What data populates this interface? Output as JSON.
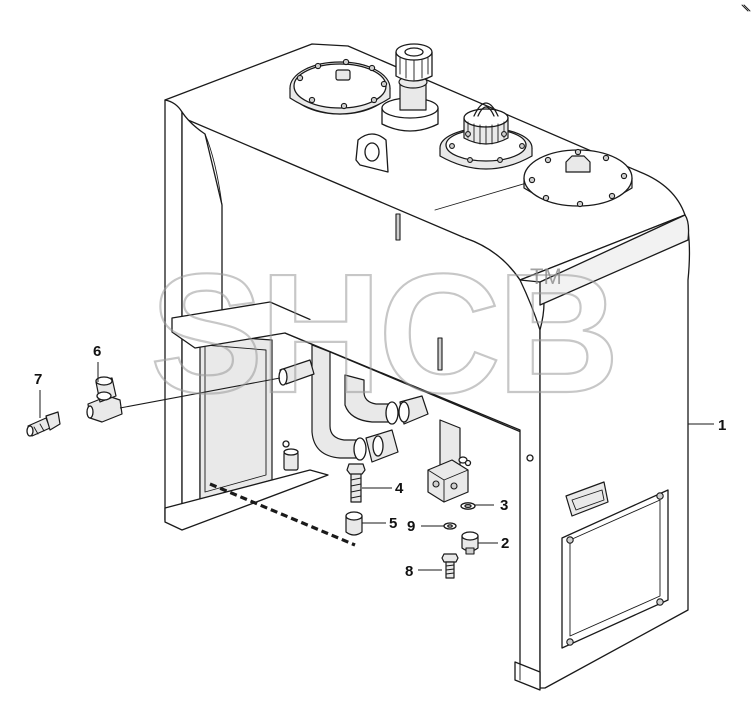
{
  "diagram": {
    "watermark": "SHCB",
    "watermark_tm": "TM",
    "callouts": [
      {
        "id": "1",
        "label": "1"
      },
      {
        "id": "2",
        "label": "2"
      },
      {
        "id": "3",
        "label": "3"
      },
      {
        "id": "4",
        "label": "4"
      },
      {
        "id": "5",
        "label": "5"
      },
      {
        "id": "6",
        "label": "6"
      },
      {
        "id": "7",
        "label": "7"
      },
      {
        "id": "8",
        "label": "8"
      },
      {
        "id": "9",
        "label": "9"
      }
    ]
  }
}
